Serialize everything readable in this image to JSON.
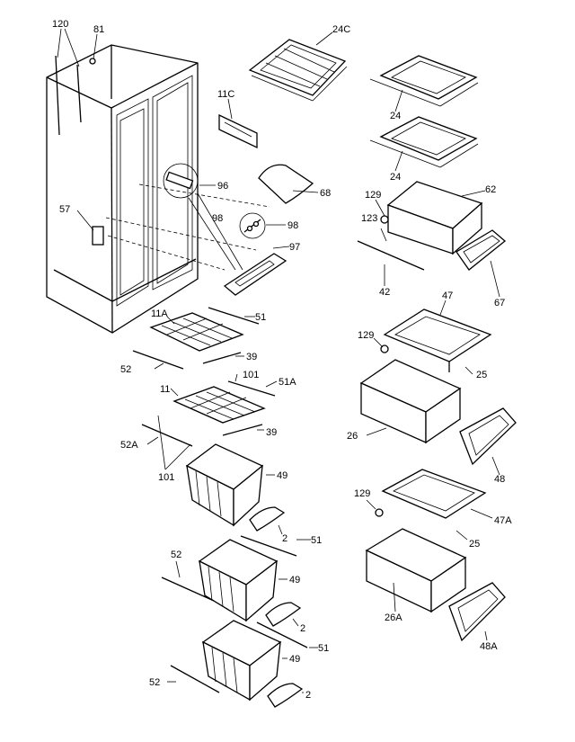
{
  "labels": {
    "l120": "120",
    "l81": "81",
    "l24C": "24C",
    "l11C": "11C",
    "l24a": "24",
    "l24b": "24",
    "l96": "96",
    "l68": "68",
    "l62": "62",
    "l129a": "129",
    "l123": "123",
    "l57": "57",
    "l98": "98",
    "l98b": "98",
    "l97": "97",
    "l42": "42",
    "l67": "67",
    "l47": "47",
    "l11A": "11A",
    "l51a": "51",
    "l129b": "129",
    "l39a": "39",
    "l52a": "52",
    "l25a": "25",
    "l101a": "101",
    "l51A": "51A",
    "l11": "11",
    "l26": "26",
    "l39b": "39",
    "l52A": "52A",
    "l101b": "101",
    "l49a": "49",
    "l48": "48",
    "l129c": "129",
    "l2a": "2",
    "l51b": "51",
    "l47A": "47A",
    "l25b": "25",
    "l52b": "52",
    "l49b": "49",
    "l26A": "26A",
    "l2b": "2",
    "l48A": "48A",
    "l51c": "51",
    "l49c": "49",
    "l52c": "52",
    "l2c": "2"
  }
}
